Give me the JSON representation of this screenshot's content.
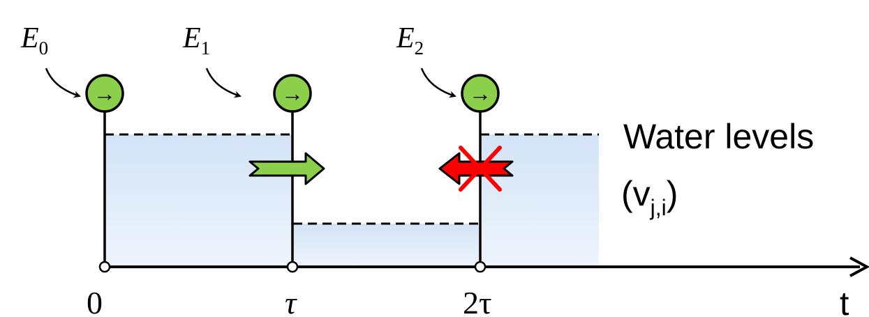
{
  "events": [
    {
      "label": "E",
      "subscript": "0",
      "arrow_glyph": "→"
    },
    {
      "label": "E",
      "subscript": "1",
      "arrow_glyph": "→"
    },
    {
      "label": "E",
      "subscript": "2",
      "arrow_glyph": "→"
    }
  ],
  "axis": {
    "ticks": [
      "0",
      "τ",
      "2τ"
    ],
    "variable": "t"
  },
  "legend": {
    "title": "Water levels",
    "symbol_open": "(v",
    "symbol_sub": "j,i",
    "symbol_close": ")"
  },
  "colors": {
    "water_fill": "#dce9f8",
    "event_node": "#8ccf4a",
    "flow_arrow": "#8ccf4a",
    "blocked_arrow": "#ff0000"
  },
  "icons": {
    "flow": "right-arrow-icon",
    "blocked": "blocked-flow-icon"
  }
}
